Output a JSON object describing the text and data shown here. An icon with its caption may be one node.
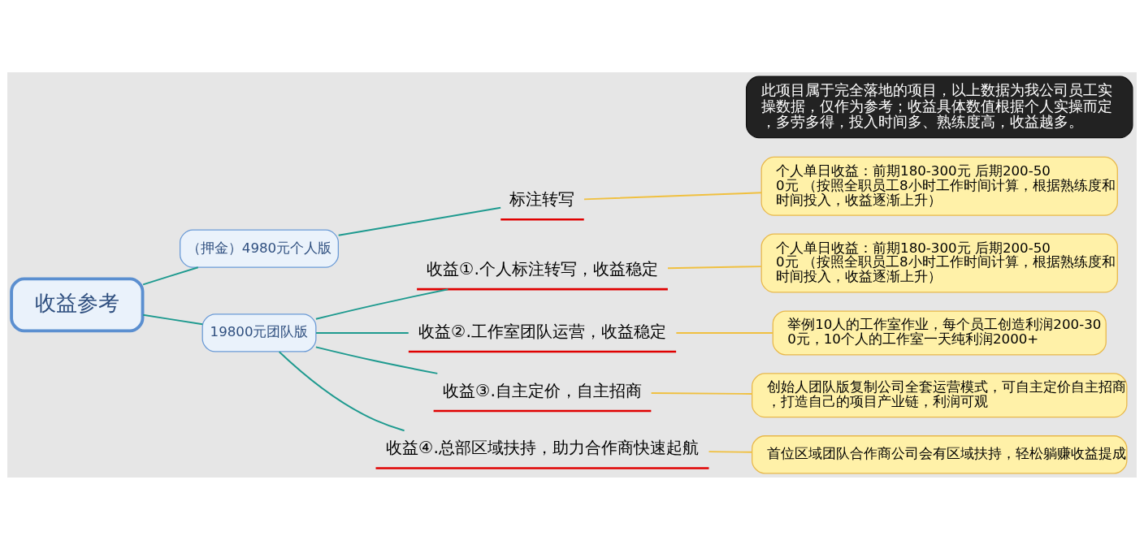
{
  "diagram": {
    "nodes": [
      {
        "text": [
          "收益参考"
        ]
      },
      {
        "text": [
          "（押金）4980元个人版"
        ]
      },
      {
        "text": [
          "19800元团队版"
        ]
      },
      {
        "text": [
          "标注转写"
        ]
      },
      {
        "text": [
          "个人单日收益：前期180-300元 后期200-500元 （按照全职员工8小时工作时间计算，根据熟练度和时间投入，收益逐渐上升）"
        ]
      },
      {
        "text": [
          "收益①.个人标注转写，收益稳定"
        ]
      },
      {
        "text": [
          "个人单日收益：前期180-300元 后期200-500元 （按照全职员工8小时工作时间计算，根据熟练度和时间投入，收益逐渐上升）"
        ]
      },
      {
        "text": [
          "收益②.工作室团队运营，收益稳定"
        ]
      },
      {
        "text": [
          "举例10人的工作室作业，每个员工创造利润200-300元，10个人的工作室一天纯利润2000+"
        ]
      },
      {
        "text": [
          "收益③.自主定价，自主招商"
        ]
      },
      {
        "text": [
          "创始人团队版复制公司全套运营模式，可自主定价自主招商，打造自己的项目产业链，利润可观"
        ]
      },
      {
        "text": [
          "收益④.总部区域扶持，助力合作商快速起航"
        ]
      },
      {
        "text": [
          "首位区域团队合作商公司会有区域扶持，轻松躺赚收益提成"
        ]
      },
      {
        "text": [
          "此项目属于完全落地的项目，以上数据为我公司员工实操数据，仅作为参考；收益具体数值根据个人实操而定，多劳多得，投入时间多、熟练度高，收益越多。"
        ]
      }
    ],
    "edges": [
      {
        "from": 0,
        "to": 1,
        "arrow": "none"
      },
      {
        "from": 0,
        "to": 2,
        "arrow": "none"
      },
      {
        "from": 1,
        "to": 3,
        "arrow": "none"
      },
      {
        "from": 3,
        "to": 4,
        "arrow": "none",
        "color": "#f0c040"
      },
      {
        "from": 2,
        "to": 5,
        "arrow": "none"
      },
      {
        "from": 5,
        "to": 6,
        "arrow": "none",
        "color": "#f0c040"
      },
      {
        "from": 2,
        "to": 7,
        "arrow": "none"
      },
      {
        "from": 7,
        "to": 8,
        "arrow": "none",
        "color": "#f0c040"
      },
      {
        "from": 2,
        "to": 9,
        "arrow": "none"
      },
      {
        "from": 9,
        "to": 10,
        "arrow": "none",
        "color": "#f0c040"
      },
      {
        "from": 2,
        "to": 11,
        "arrow": "none"
      },
      {
        "from": 11,
        "to": 12,
        "arrow": "none",
        "color": "#f0c040"
      }
    ]
  }
}
